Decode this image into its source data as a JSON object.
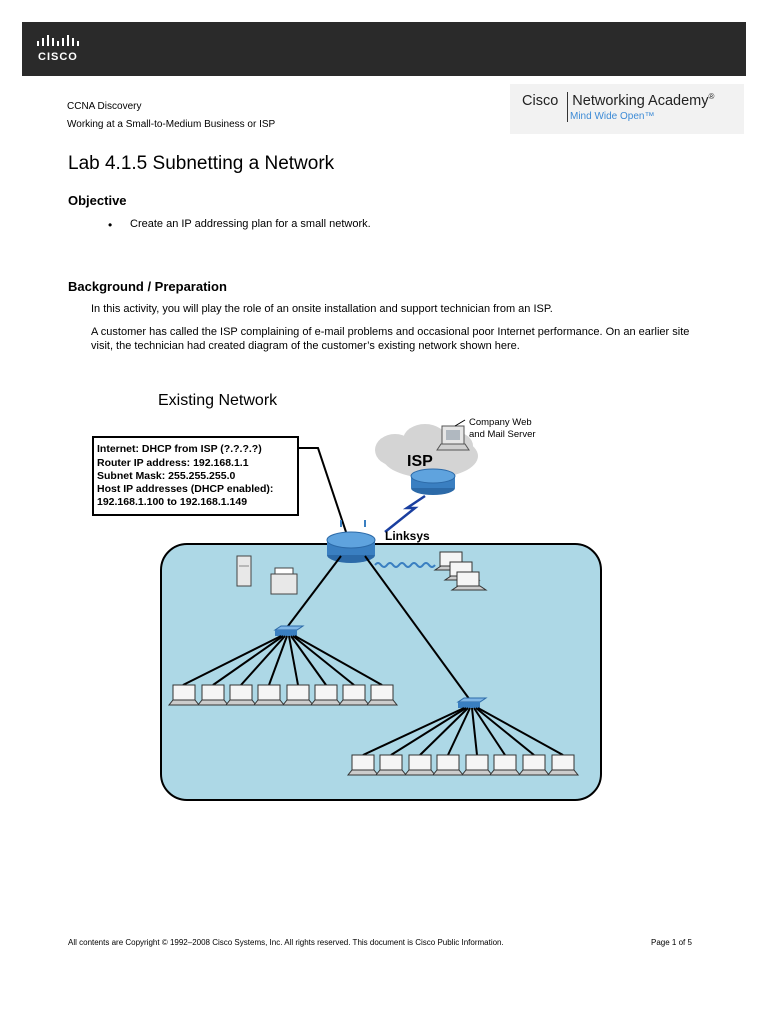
{
  "header": {
    "brand": "CISCO",
    "course": "CCNA Discovery",
    "module": "Working at a Small-to-Medium Business or ISP",
    "academy_title": "Cisco",
    "academy_title_2": "Networking Academy",
    "academy_reg": "®",
    "academy_tagline": "Mind Wide Open™"
  },
  "lab": {
    "title": "Lab 4.1.5 Subnetting a Network",
    "objective_heading": "Objective",
    "objective_bullet": "Create an IP addressing plan for a small network.",
    "background_heading": "Background / Preparation",
    "paragraph1": "In this activity, you will play the role of an onsite installation and support technician from an ISP.",
    "paragraph2": "A customer has called the ISP complaining of e-mail problems and occasional poor Internet performance. On an earlier site visit, the technician had created diagram of the customer’s existing network shown here."
  },
  "diagram": {
    "title": "Existing Network",
    "info_lines": [
      "Internet: DHCP from ISP (?.?.?.?)",
      "Router IP address: 192.168.1.1",
      "Subnet Mask: 255.255.255.0",
      "Host IP addresses (DHCP enabled):",
      "192.168.1.100 to 192.168.1.149"
    ],
    "isp_label": "ISP",
    "server_label_1": "Company Web",
    "server_label_2": "and Mail Server",
    "router_label": "Linksys",
    "colors": {
      "lan_fill": "#add8e6",
      "router_blue": "#3a7fc1",
      "cloud": "#d4d4d4"
    }
  },
  "footer": {
    "copyright": "All contents are Copyright © 1992–2008 Cisco Systems, Inc. All rights reserved. This document is Cisco Public Information.",
    "page": "Page 1 of 5"
  }
}
